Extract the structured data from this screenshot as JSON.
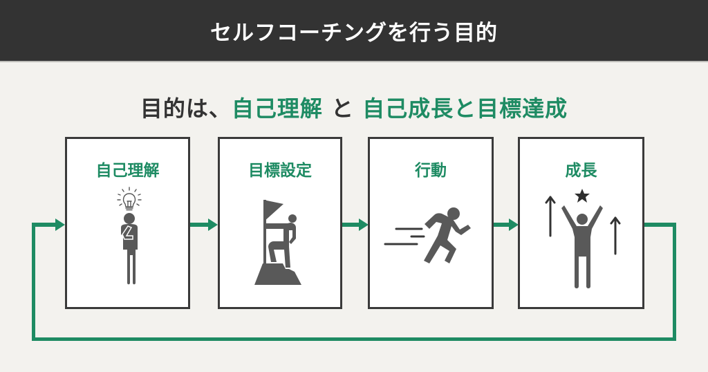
{
  "header": {
    "title": "セルフコーチングを行う目的"
  },
  "subtitle": {
    "part1": "目的は、",
    "part2": "自己理解",
    "part3": " と ",
    "part4": "自己成長と目標達成"
  },
  "steps": [
    {
      "label": "自己理解",
      "icon": "thinking-person-lightbulb-icon"
    },
    {
      "label": "目標設定",
      "icon": "person-flag-summit-icon"
    },
    {
      "label": "行動",
      "icon": "running-person-icon"
    },
    {
      "label": "成長",
      "icon": "person-arms-raised-star-icon"
    }
  ],
  "colors": {
    "header_bg": "#333333",
    "background": "#f3f2ee",
    "accent_green": "#1e8b63",
    "icon_gray": "#595959",
    "box_border": "#3a3a3a"
  }
}
